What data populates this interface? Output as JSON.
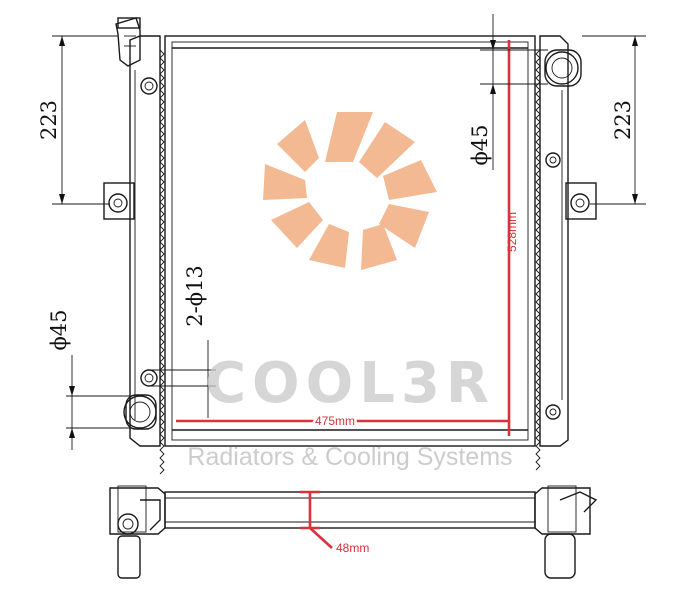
{
  "dimensions": {
    "left_upper_height": "223",
    "right_upper_height": "223",
    "upper_outlet_diameter": "ϕ45",
    "lower_inlet_diameter": "ϕ45",
    "mount_holes": "2-ϕ13",
    "core_height": "528mm",
    "core_width": "475mm",
    "core_thickness": "48mm"
  },
  "watermark": {
    "brand": "COOL3R",
    "tagline": "Radiators & Cooling Systems",
    "logo_colors": [
      "#f0a878",
      "#f4c4a4"
    ]
  },
  "colors": {
    "line": "#1a1a1a",
    "dimension_highlight": "#d8323c"
  }
}
